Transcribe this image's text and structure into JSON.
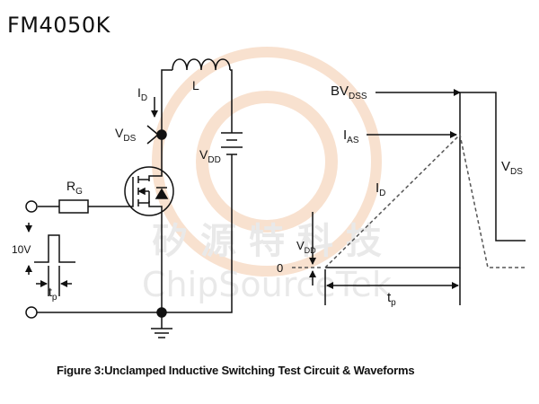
{
  "header": {
    "title": "FM4050K"
  },
  "caption": "Figure 3:Unclamped Inductive Switching Test Circuit & Waveforms",
  "watermark": {
    "cn": "矽 源 特 科 技",
    "en": "ChipSourceTek",
    "color": "#f3c9a9"
  },
  "circuit": {
    "id_main": "I",
    "id_sub": "D",
    "l": "L",
    "vds_main": "V",
    "vds_sub": "DS",
    "vdd_main": "V",
    "vdd_sub": "DD",
    "rg_main": "R",
    "rg_sub": "G",
    "pulse_amp": "10V",
    "tp_main": "t",
    "tp_sub": "p"
  },
  "waveform": {
    "bv_main": "BV",
    "bv_sub": "DSS",
    "ias_main": "I",
    "ias_sub": "AS",
    "id_main": "I",
    "id_sub": "D",
    "vds_main": "V",
    "vds_sub": "DS",
    "vdd_main": "V",
    "vdd_sub": "DD",
    "zero": "0",
    "tp_main": "t",
    "tp_sub": "p"
  }
}
